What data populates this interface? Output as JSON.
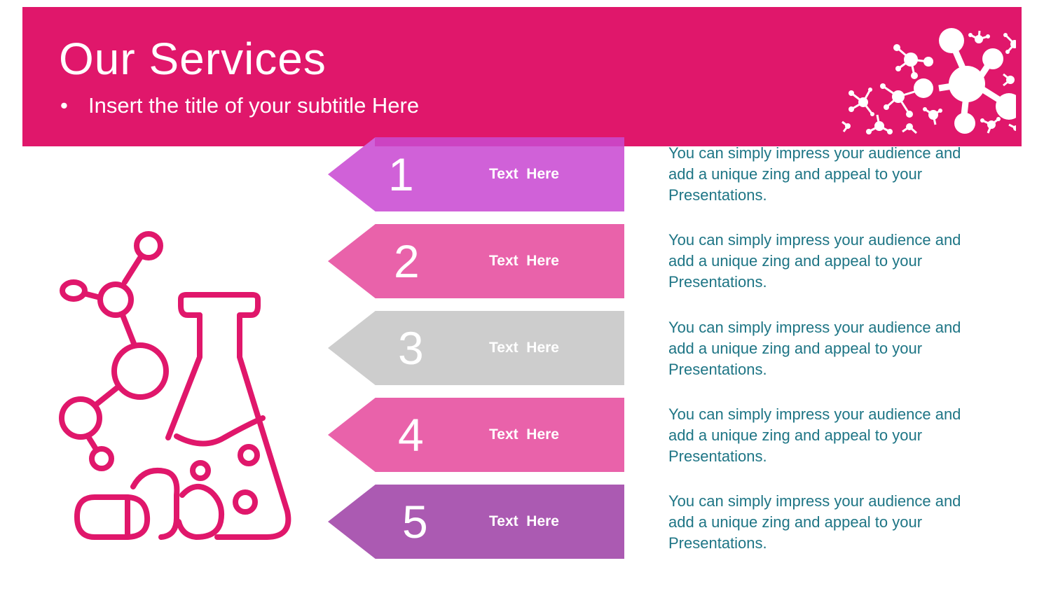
{
  "slide": {
    "title": "Our Services",
    "subtitle_bullet": "•",
    "subtitle": "Insert the title of your subtitle Here"
  },
  "colors": {
    "header": "#e0176b",
    "step1": "#d061d8",
    "step2": "#e962aa",
    "step3": "#cdcdcd",
    "step4": "#e962aa",
    "step5": "#ab5ab2",
    "description_text": "#1e7585",
    "icon_stroke": "#e0176b"
  },
  "icons": {
    "header_decoration": "molecule-cluster-icon",
    "main": "flask-molecule-pills-icon"
  },
  "steps": [
    {
      "number": "1",
      "label": "Text  Here",
      "description": "You can simply impress your audience and add a unique zing and appeal to your Presentations."
    },
    {
      "number": "2",
      "label": "Text  Here",
      "description": "You can simply impress your audience and add a unique zing and appeal to your Presentations."
    },
    {
      "number": "3",
      "label": "Text  Here",
      "description": "You can simply impress your audience and add a unique zing and appeal to your Presentations."
    },
    {
      "number": "4",
      "label": "Text  Here",
      "description": "You can simply impress your audience and add a unique zing and appeal to your Presentations."
    },
    {
      "number": "5",
      "label": "Text  Here",
      "description": "You can simply impress your audience and add a unique zing and appeal to your Presentations."
    }
  ]
}
